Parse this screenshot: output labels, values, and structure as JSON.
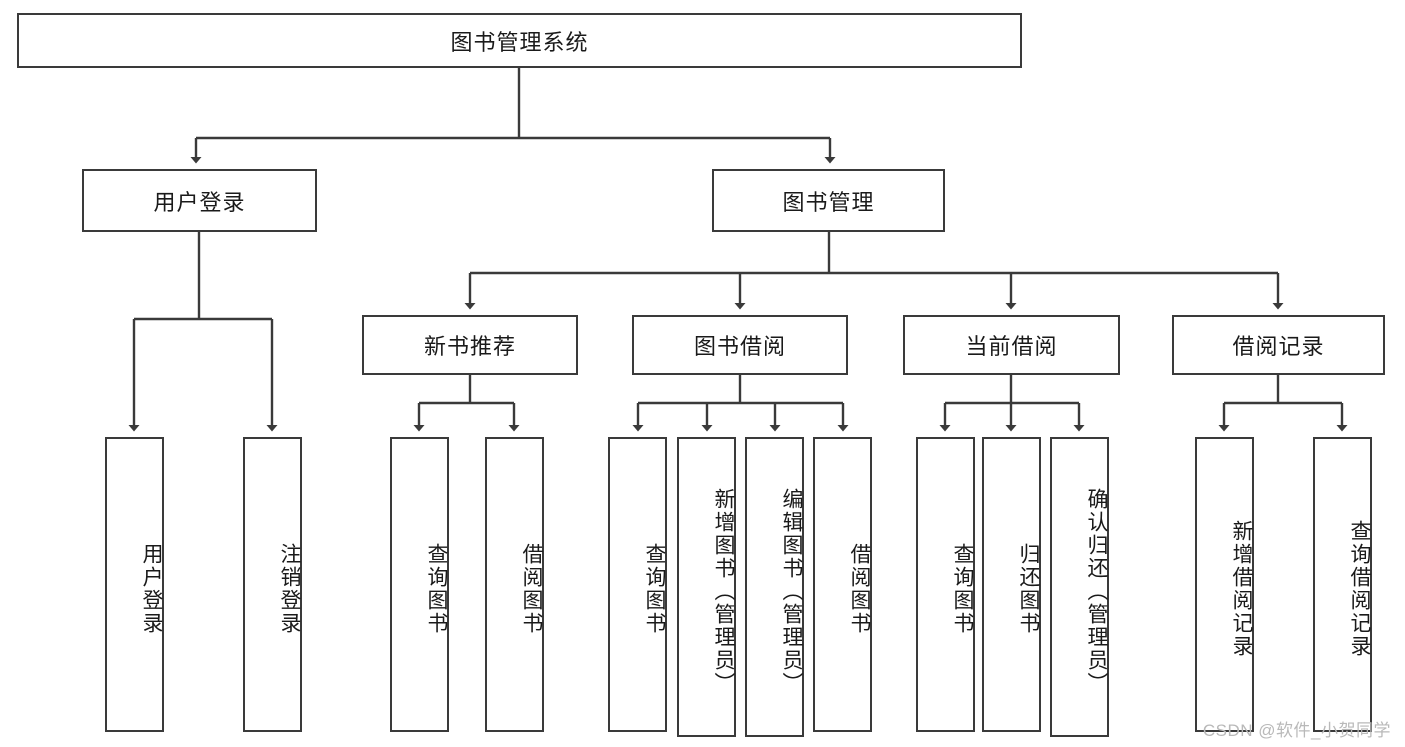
{
  "diagram": {
    "type": "tree",
    "title": "图书管理系统",
    "root": {
      "id": "root",
      "label": "图书管理系统"
    },
    "level2": [
      {
        "id": "user-login",
        "label": "用户登录"
      },
      {
        "id": "book-manage",
        "label": "图书管理"
      }
    ],
    "level3": [
      {
        "id": "new-book-rec",
        "label": "新书推荐",
        "parent": "book-manage"
      },
      {
        "id": "book-borrow",
        "label": "图书借阅",
        "parent": "book-manage"
      },
      {
        "id": "current-borrow",
        "label": "当前借阅",
        "parent": "book-manage"
      },
      {
        "id": "borrow-record",
        "label": "借阅记录",
        "parent": "book-manage"
      }
    ],
    "leaves": [
      {
        "id": "leaf-user-login",
        "label": "用户登录",
        "parent": "user-login"
      },
      {
        "id": "leaf-logout-login",
        "label": "注销登录",
        "parent": "user-login"
      },
      {
        "id": "leaf-query-book-1",
        "label": "查询图书",
        "parent": "new-book-rec"
      },
      {
        "id": "leaf-borrow-book-1",
        "label": "借阅图书",
        "parent": "new-book-rec"
      },
      {
        "id": "leaf-query-book-2",
        "label": "查询图书",
        "parent": "book-borrow"
      },
      {
        "id": "leaf-add-book",
        "label": "新增图书（管理员）",
        "parent": "book-borrow"
      },
      {
        "id": "leaf-edit-book",
        "label": "编辑图书（管理员）",
        "parent": "book-borrow"
      },
      {
        "id": "leaf-borrow-book-2",
        "label": "借阅图书",
        "parent": "book-borrow"
      },
      {
        "id": "leaf-query-book-3",
        "label": "查询图书",
        "parent": "current-borrow"
      },
      {
        "id": "leaf-return-book",
        "label": "归还图书",
        "parent": "current-borrow"
      },
      {
        "id": "leaf-confirm-return",
        "label": "确认归还（管理员）",
        "parent": "current-borrow"
      },
      {
        "id": "leaf-add-record",
        "label": "新增借阅记录",
        "parent": "borrow-record"
      },
      {
        "id": "leaf-query-record",
        "label": "查询借阅记录",
        "parent": "borrow-record"
      }
    ]
  },
  "watermark": {
    "text": "CSDN @软件_小贺同学"
  },
  "colors": {
    "stroke": "#3a3a3a",
    "fill": "#ffffff",
    "text": "#1a1a1a",
    "watermark": "#b9b9b9"
  }
}
